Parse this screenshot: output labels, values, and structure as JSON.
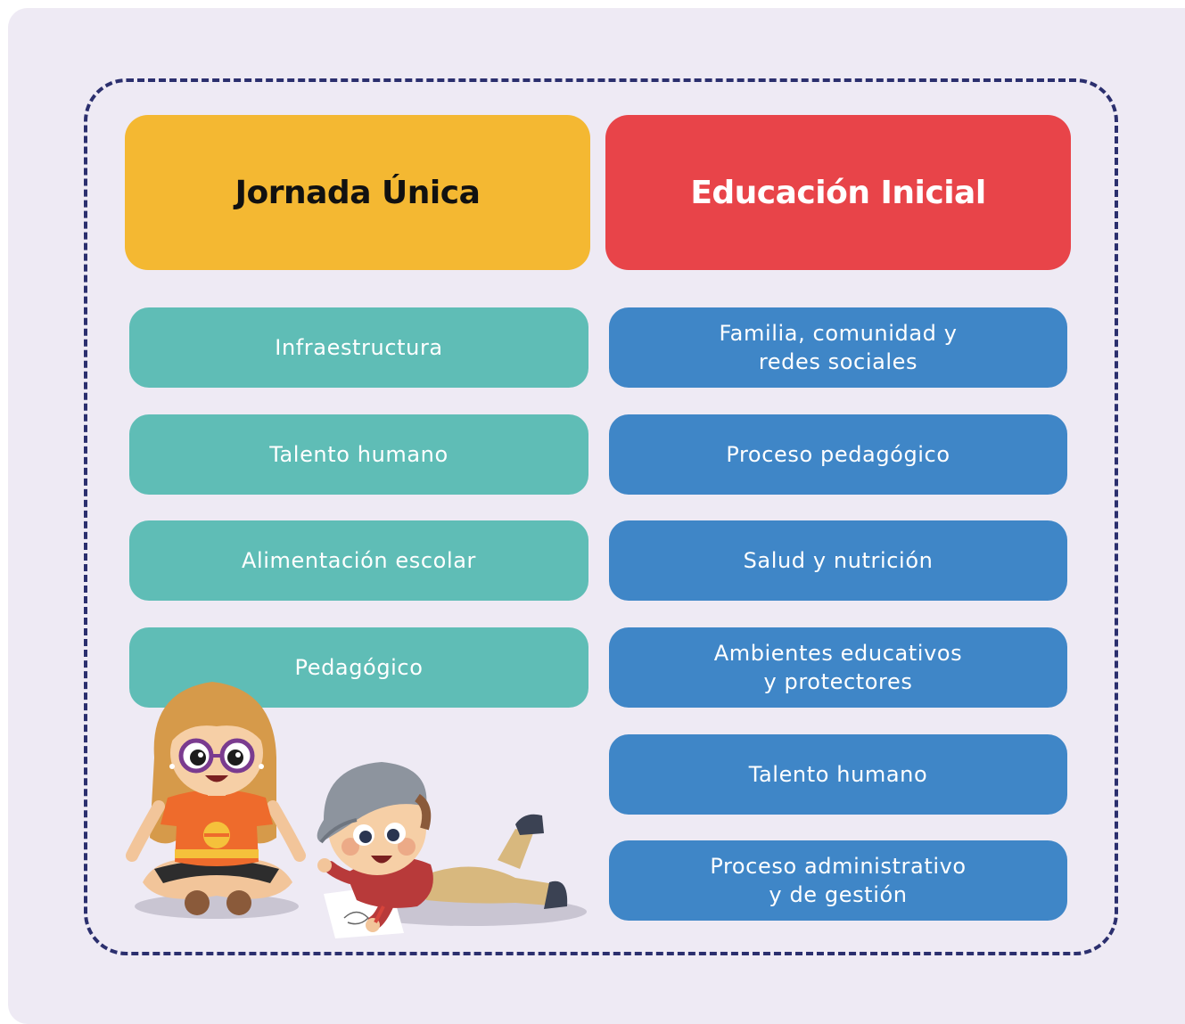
{
  "colors": {
    "background": "#eeeaf4",
    "dashed_border": "#2b2f6e",
    "jornada_header": "#f4b832",
    "educacion_header": "#e84449",
    "jornada_items": "#5fbdb6",
    "educacion_items": "#3f86c7"
  },
  "jornada_unica": {
    "title": "Jornada Única",
    "items": [
      "Infraestructura",
      "Talento humano",
      "Alimentación escolar",
      "Pedagógico"
    ]
  },
  "educacion_inicial": {
    "title": "Educación Inicial",
    "items": [
      "Familia, comunidad y\nredes sociales",
      "Proceso pedagógico",
      "Salud y nutrición",
      "Ambientes educativos\ny protectores",
      "Talento humano",
      "Proceso administrativo\ny de gestión"
    ]
  },
  "illustration": {
    "icons": [
      "girl-sitting-icon",
      "boy-drawing-icon"
    ]
  }
}
